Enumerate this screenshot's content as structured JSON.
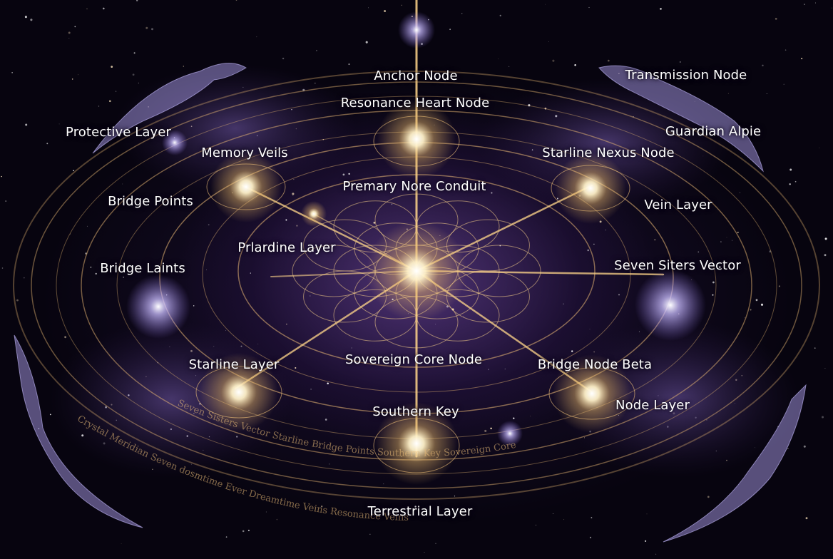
{
  "labels": {
    "anchor_node": "Anchor Node",
    "transmission_node": "Transmission Node",
    "resonance_heart_node": "Resonance Heart Node",
    "protective_layer": "Protective Layer",
    "guardian_alpine": "Guardian Alpie",
    "memory_veils": "Memory Veils",
    "starline_nexus_node": "Starline Nexus Node",
    "primary_node_conduit": "Premary Nore Conduit",
    "bridge_points": "Bridge Points",
    "vein_layer": "Vein Layer",
    "prlardine_layer": "Prlardine Layer",
    "bridge_laints": "Bridge Laints",
    "seven_sisters_vector": "Seven Siters Vector",
    "starline_layer": "Starline Layer",
    "sovereign_core_node": "Sovereign Core Node",
    "bridge_node_beta": "Bridge Node Beta",
    "southern_key": "Southern Key",
    "node_layer": "Node Layer",
    "terrestrial_layer": "Terrestrial Layer"
  },
  "ring_inscriptions": {
    "outer": "Crystal Meridian Seven dosmtime Ever Dreamtime Veins Resonance Veins",
    "inner": "Seven Sisters Vector Starline Bridge Points Southern Key Sovereign Core"
  },
  "colors": {
    "gold": "#f0c27a",
    "glow": "#fff4d8",
    "violet": "#9d8ce8",
    "background": "#07040f"
  }
}
